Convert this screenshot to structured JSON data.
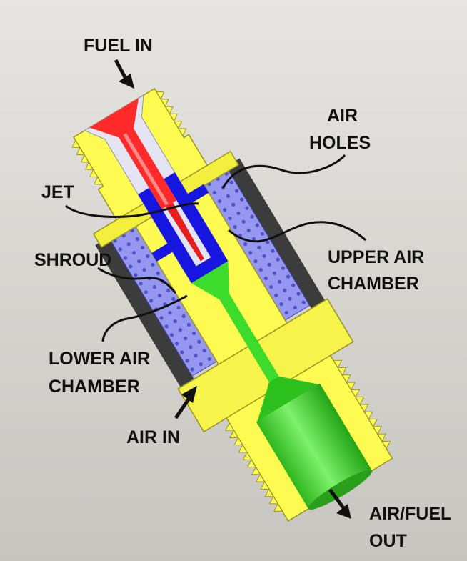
{
  "colors": {
    "background_light": "#e6e5e1",
    "background_dark": "#c7c5c0",
    "body": "#fdfb52",
    "body_edge": "#9a9620",
    "fuel_passage": "#ff2a2a",
    "air_chamber": "#1616e0",
    "inner_bore": "#e4e4f2",
    "mixing_tube": "#3ddc2c",
    "shroud": "#8a8cee",
    "shroud_outer": "#3c3c3c",
    "leader_line": "#111111"
  },
  "labels": {
    "fuel_in": "FUEL IN",
    "air_holes": [
      "AIR",
      "HOLES"
    ],
    "jet": "JET",
    "shroud": "SHROUD",
    "upper_air_chamber": [
      "UPPER AIR",
      "CHAMBER"
    ],
    "lower_air_chamber": [
      "LOWER AIR",
      "CHAMBER"
    ],
    "air_in": "AIR IN",
    "air_fuel_out": [
      "AIR/FUEL",
      "OUT"
    ]
  }
}
